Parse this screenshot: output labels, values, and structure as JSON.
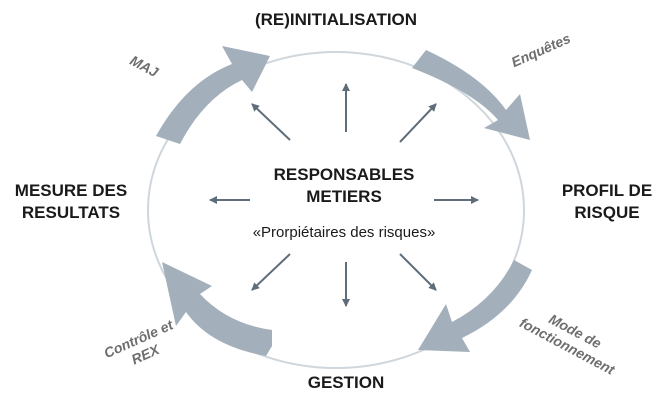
{
  "nodes": {
    "top": "(RE)INITIALISATION",
    "right_line1": "PROFIL DE",
    "right_line2": "RISQUE",
    "bottom": "GESTION",
    "left_line1": "MESURE DES",
    "left_line2": "RESULTATS"
  },
  "center": {
    "title_line1": "RESPONSABLES",
    "title_line2": "METIERS",
    "subtitle": "«Prorpiétaires des risques»"
  },
  "edges": {
    "maj": "MAJ",
    "enquetes": "Enquêtes",
    "mode_line1": "Mode de",
    "mode_line2": "fonctionnement",
    "controle_line1": "Contrôle et",
    "controle_line2": "REX"
  },
  "colors": {
    "cycle_arrow": "#a3b0bb",
    "ellipse": "#cfd6dc",
    "radial_arrow": "#5f6d7a",
    "text": "#1a1a1a",
    "edge_text": "#6e6e6e"
  }
}
